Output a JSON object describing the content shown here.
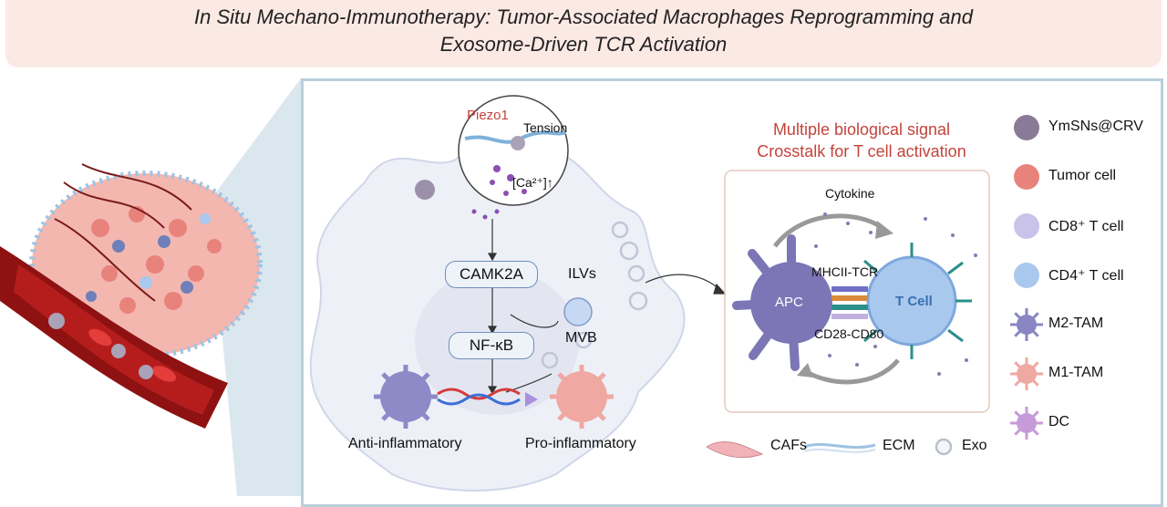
{
  "title": {
    "line1": "In Situ Mechano-Immunotherapy: Tumor-Associated Macrophages Reprogramming and",
    "line2": "Exosome-Driven TCR Activation"
  },
  "macrophage": {
    "piezo": "Piezo1",
    "tension": "Tension",
    "calcium": "[Ca²⁺]↑",
    "camk": "CAMK2A",
    "nfkb": "NF-κB",
    "ilvs": "ILVs",
    "mvb": "MVB",
    "anti": "Anti-inflammatory",
    "pro": "Pro-inflammatory"
  },
  "crosstalk": {
    "title_line1": "Multiple biological signal",
    "title_line2": "Crosstalk  for T cell activation",
    "cytokine": "Cytokine",
    "apc": "APC",
    "tcell": "T Cell",
    "mhc": "MHCII-TCR",
    "cd28": "CD28-CD80"
  },
  "legend": [
    {
      "label": "YmSNs@CRV",
      "icon": "nanoparticle-icon",
      "color": "#8a7a98"
    },
    {
      "label": "Tumor cell",
      "icon": "tumor-cell-icon",
      "color": "#e8837b"
    },
    {
      "label": "CD8⁺ T cell",
      "icon": "cd8-t-cell-icon",
      "color": "#c9c3ea"
    },
    {
      "label": "CD4⁺ T cell",
      "icon": "cd4-t-cell-icon",
      "color": "#a9c8ee"
    },
    {
      "label": "M2-TAM",
      "icon": "m2-tam-icon",
      "color": "#8a86c4"
    },
    {
      "label": "M1-TAM",
      "icon": "m1-tam-icon",
      "color": "#f0a8a2"
    },
    {
      "label": "DC",
      "icon": "dc-icon",
      "color": "#c79bd9"
    }
  ],
  "bottom_legend": {
    "cafs": "CAFs",
    "ecm": "ECM",
    "exo": "Exo"
  },
  "colors": {
    "title_bg": "#fbe9e4",
    "panel_border": "#b9cfdc",
    "accent_red": "#c3443a"
  }
}
